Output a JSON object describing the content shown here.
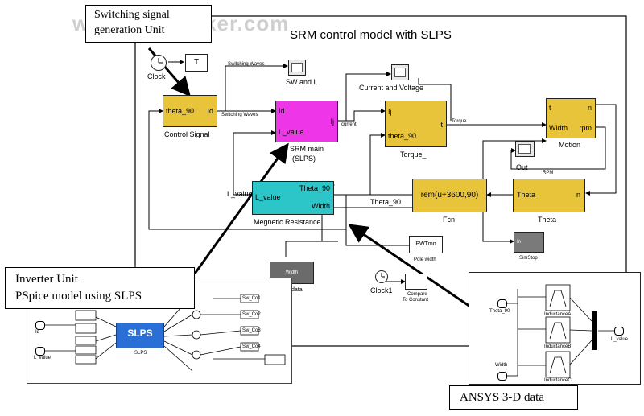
{
  "watermark": "www.newmaker.com",
  "model": {
    "title": "SRM control model with SLPS"
  },
  "callouts": {
    "switching": {
      "line1": "Switching signal",
      "line2": "generation Unit"
    },
    "inverter": {
      "line1": "Inverter Unit",
      "line2": "PSpice model using SLPS"
    },
    "ansys": {
      "text": "ANSYS 3-D data"
    }
  },
  "blocks": {
    "clock": {
      "label": "Clock"
    },
    "t_display": {
      "text": "T"
    },
    "sw_scope": {
      "label": "SW and L"
    },
    "cv_scope": {
      "label": "Current and Voltage"
    },
    "control_signal": {
      "in": "theta_90",
      "out": "Id",
      "label": "Control Signal"
    },
    "srm_main": {
      "in1": "Id",
      "in2": "L_value",
      "out": "Ij",
      "label1": "SRM main",
      "label2": "(SLPS)"
    },
    "torque": {
      "in1": "Ij",
      "in2": "theta_90",
      "out": "t",
      "label": "Torque_"
    },
    "motion": {
      "in1": "t",
      "in2": "Width",
      "out1": "n",
      "out2": "rpm",
      "label": "Motion"
    },
    "out_scope": {
      "label": "Out"
    },
    "magnetic": {
      "in": "L_value",
      "out1": "Theta_90",
      "out2": "Width",
      "label": "Megnetic Resistance"
    },
    "fcn": {
      "expr": "rem(u+3600,90)",
      "label": "Fcn"
    },
    "theta": {
      "in": "Theta",
      "out": "n",
      "label": "Theta"
    },
    "simstop": {
      "label": "SimStop"
    },
    "pwm": {
      "text": "PWTmn",
      "label": "Pole width"
    },
    "data_block": {
      "text": "Width",
      "label": "data"
    },
    "clock1": {
      "label": "Clock1"
    },
    "compare": {
      "label1": "Compare",
      "label2": "To Constant"
    }
  },
  "signals": {
    "switching_wave1": "Switching Waves",
    "switching_wave2": "Switching Waves",
    "current": "current",
    "torque": "Torque",
    "rpm": "RPM",
    "l_value": "L_value",
    "theta_90": "Theta_90"
  },
  "inverter_detail": {
    "slps": "SLPS",
    "slps_sub": "SLPS",
    "in_labels": [
      "Id",
      "L_value"
    ],
    "sw_labels": [
      "Sw_Co1",
      "Sw_Co2",
      "Sw_Co3",
      "Sw_Co4"
    ]
  },
  "ansys_detail": {
    "in1": "Theta_90",
    "in2": "Width",
    "out": "L_value",
    "lut_labels": [
      "InductanceA",
      "InductanceB",
      "InductanceC"
    ]
  },
  "colors": {
    "gold": "#e8c43a",
    "magenta": "#ee36e8",
    "cyan": "#2cc6c8",
    "gray": "#7a7a7a",
    "slps_blue": "#2a6fd6"
  }
}
